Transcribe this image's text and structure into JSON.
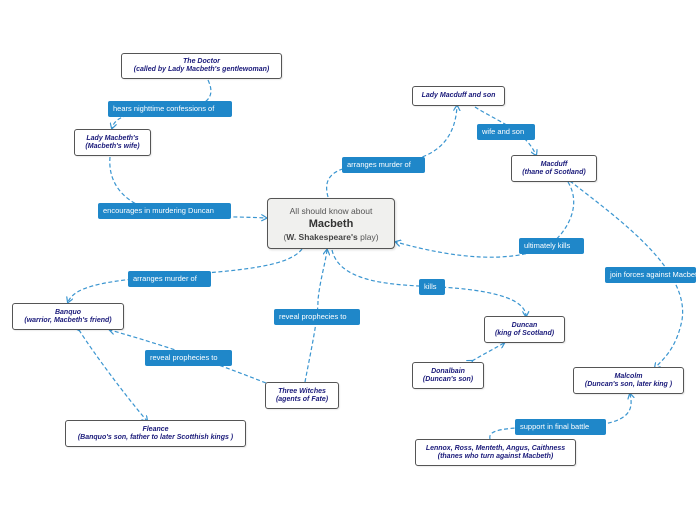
{
  "central": {
    "line1": "All should know about",
    "title": "Macbeth",
    "author_open": "(",
    "author": "W. Shakespeare's",
    "author_close": " play)"
  },
  "nodes": {
    "doctor": {
      "line1": "The Doctor",
      "line2": "(called by Lady Macbeth's gentlewoman)"
    },
    "lady_macbeth": {
      "line1": "Lady Macbeth's",
      "line2": "(Macbeth's wife)"
    },
    "lady_macduff": {
      "line1": "Lady Macduff and son"
    },
    "macduff": {
      "line1": "Macduff",
      "line2": "(thane of Scotland)"
    },
    "banquo": {
      "line1": "Banquo",
      "line2": "(warrior, Macbeth's friend)"
    },
    "three_witches": {
      "line1": "Three Witches",
      "line2": "(agents of Fate)"
    },
    "duncan": {
      "line1": "Duncan",
      "line2": "(king of Scotland)"
    },
    "donalbain": {
      "line1": "Donalbain",
      "line2": "(Duncan's son)"
    },
    "malcolm": {
      "line1": "Malcolm",
      "line2": "(Duncan's son, later king )"
    },
    "fleance": {
      "line1": "Fleance",
      "line2": "(Banquo's son, father to later Scotthish kings )"
    },
    "lennox": {
      "line1": "Lennox, Ross, Menteth, Angus, Caithness",
      "line2": "(thanes who turn against Macbeth)"
    }
  },
  "labels": {
    "hears": "hears nighttime confessions of",
    "encourages": "encourages in murdering Duncan",
    "arranges_macduff": "arranges murder of",
    "wife_son": "wife and son",
    "ultimately_kills": "ultimately kills",
    "join_forces": "join forces against Macbeth",
    "arranges_banquo": "arranges murder of",
    "reveal_macbeth": "reveal prophecies to",
    "reveal_banquo": "reveal prophecies to",
    "kills": "kills",
    "support": "support in final battle"
  },
  "colors": {
    "connector": "#3a95d0",
    "label_bg": "#1f87c9",
    "node_text": "#1a1a7a"
  }
}
